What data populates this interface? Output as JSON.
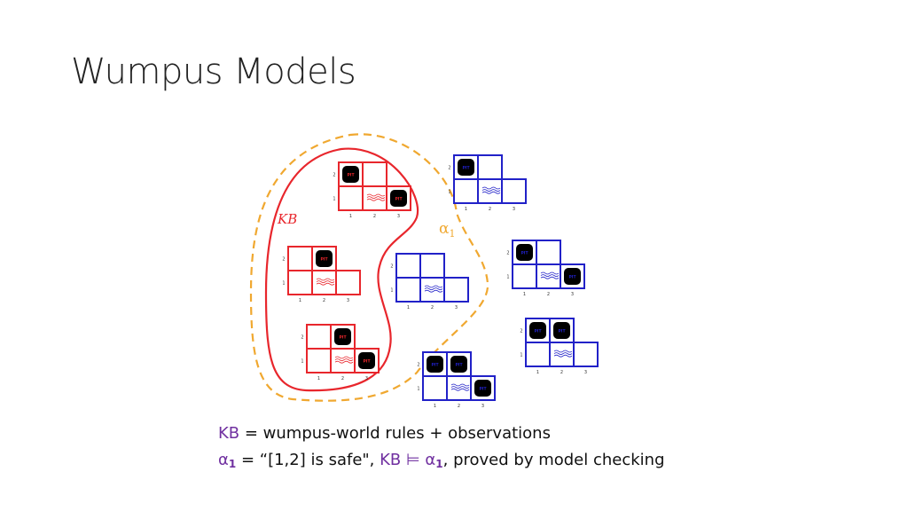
{
  "title": "Wumpus Models",
  "labels": {
    "kb": "KB",
    "alpha": "α",
    "alpha_sub": "1",
    "pit": "PIT",
    "breeze": "Breeze"
  },
  "colors": {
    "kb": "#e8262c",
    "other": "#2121c8",
    "alpha": "#f0a830",
    "accent": "#7030a0",
    "pit": "#000000"
  },
  "models": [
    {
      "in_kb": true,
      "pits": [
        "1,2",
        "3,1"
      ]
    },
    {
      "in_kb": true,
      "pits": [
        "2,2"
      ]
    },
    {
      "in_kb": true,
      "pits": [
        "2,2",
        "3,1"
      ]
    },
    {
      "in_kb": false,
      "pits": [
        "1,2"
      ]
    },
    {
      "in_kb": false,
      "pits": []
    },
    {
      "in_kb": false,
      "pits": [
        "1,2",
        "3,1"
      ]
    },
    {
      "in_kb": false,
      "pits": [
        "1,2",
        "2,2"
      ]
    },
    {
      "in_kb": false,
      "pits": [
        "1,2",
        "2,2",
        "3,1"
      ]
    }
  ],
  "caption": {
    "line1_kb": "KB",
    "line1_rest": " = wumpus-world rules + observations",
    "line2_alpha": "α",
    "line2_sub": "1",
    "line2_mid": " = “[1,2] is safe\", ",
    "line2_kb": "KB",
    "line2_ent": " ⊨ ",
    "line2_alpha2": "α",
    "line2_sub2": "1",
    "line2_end": ", proved by model checking"
  }
}
